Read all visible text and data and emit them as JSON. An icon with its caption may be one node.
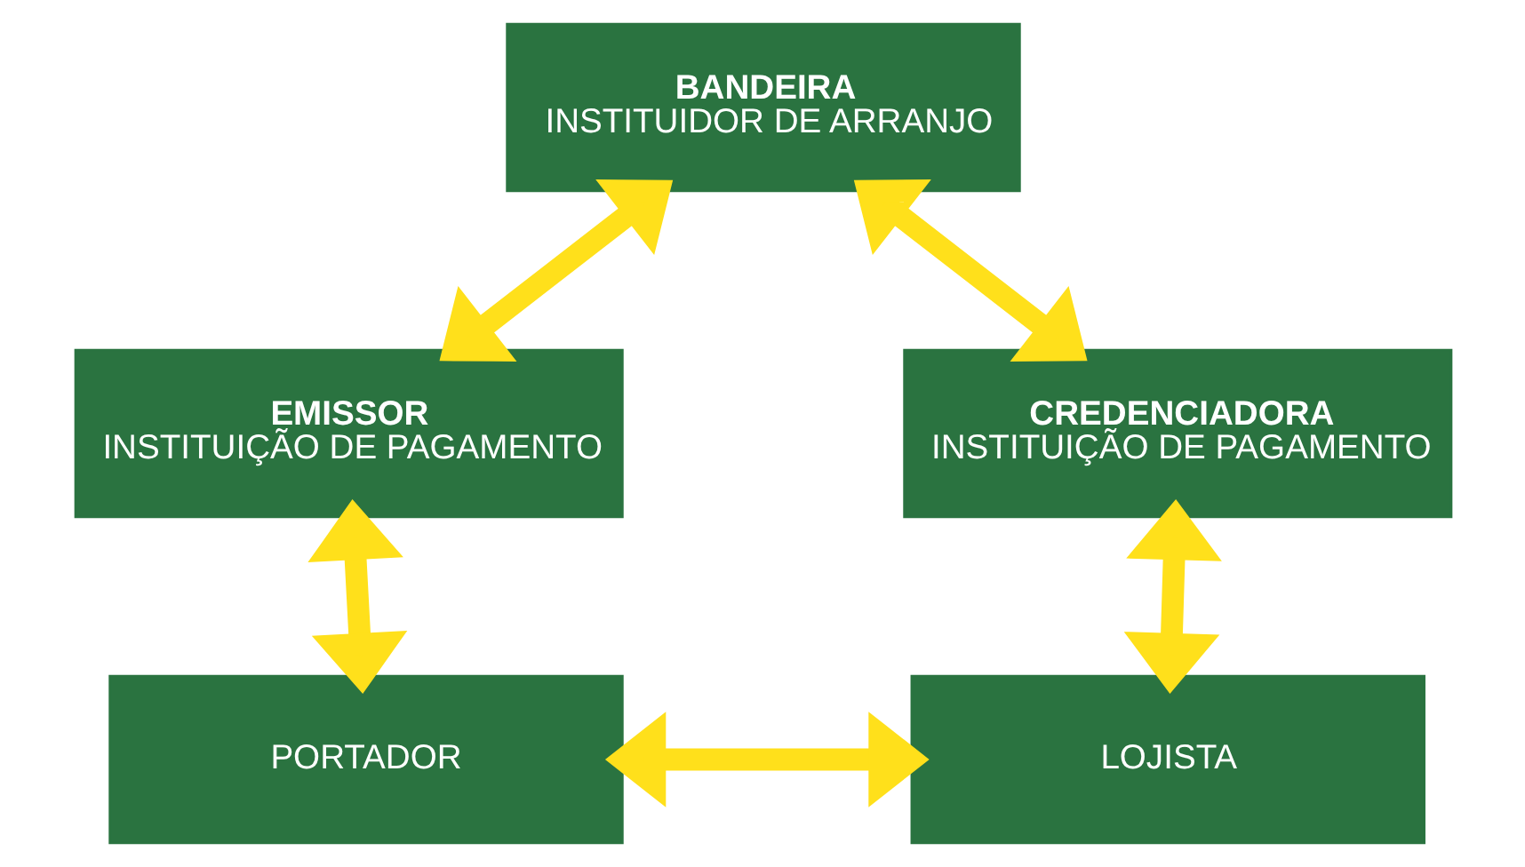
{
  "diagram": {
    "nodes": [
      {
        "text": [
          "BANDEIRA",
          "INSTITUIDOR DE ARRANJO"
        ]
      },
      {
        "text": [
          "EMISSOR",
          "INSTITUIÇÃO DE PAGAMENTO"
        ]
      },
      {
        "text": [
          "CREDENCIADORA",
          "INSTITUIÇÃO DE PAGAMENTO"
        ]
      },
      {
        "text": [
          "PORTADOR"
        ]
      },
      {
        "text": [
          "LOJISTA"
        ]
      }
    ],
    "edges": [
      {
        "from": 1,
        "to": 0,
        "arrow": "both"
      },
      {
        "from": 0,
        "to": 2,
        "arrow": "both"
      },
      {
        "from": 1,
        "to": 3,
        "arrow": "both"
      },
      {
        "from": 2,
        "to": 4,
        "arrow": "both"
      },
      {
        "from": 3,
        "to": 4,
        "arrow": "both"
      }
    ]
  }
}
